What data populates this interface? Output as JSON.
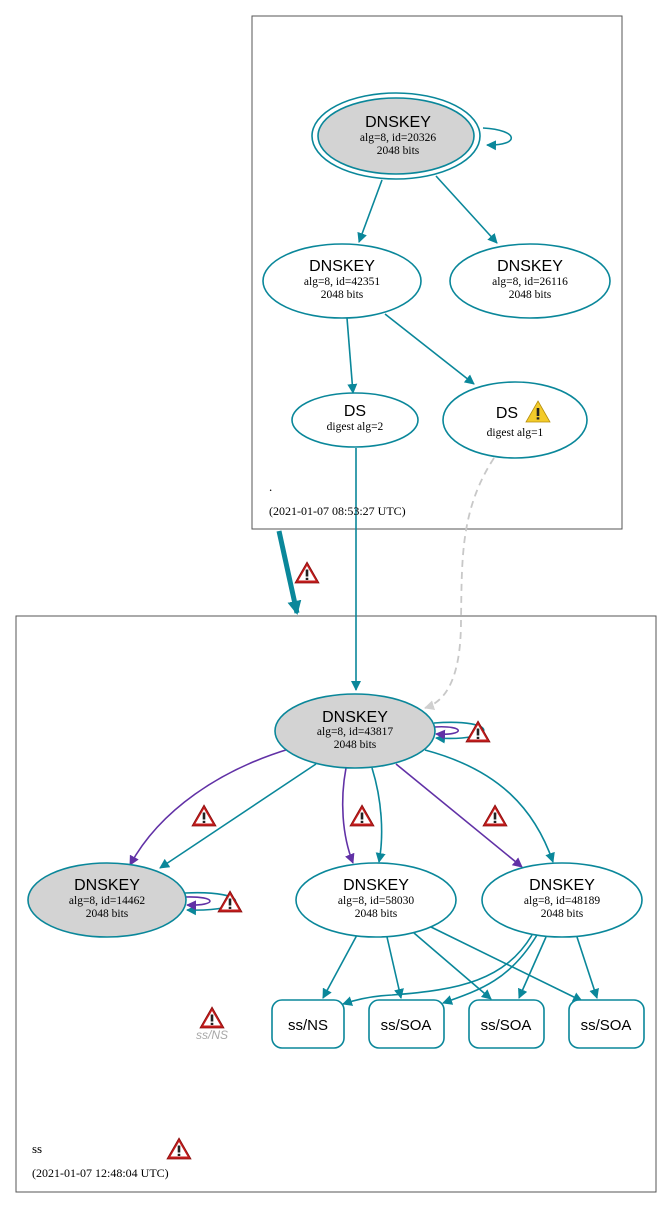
{
  "colors": {
    "teal": "#0a879a",
    "purple": "#6131a6",
    "key_fill_ksk": "#d3d3d3",
    "dashed_gray": "#c8c8c8",
    "warn_red": "#c21c1c",
    "warn_yellow": "#f3cb2a"
  },
  "zones": {
    "root": {
      "name": ".",
      "timestamp": "(2021-01-07 08:53:27 UTC)"
    },
    "ss": {
      "name": "ss",
      "timestamp": "(2021-01-07 12:48:04 UTC)"
    }
  },
  "nodes": {
    "root_ksk": {
      "title": "DNSKEY",
      "line1": "alg=8, id=20326",
      "line2": "2048 bits"
    },
    "root_zsk1": {
      "title": "DNSKEY",
      "line1": "alg=8, id=42351",
      "line2": "2048 bits"
    },
    "root_zsk2": {
      "title": "DNSKEY",
      "line1": "alg=8, id=26116",
      "line2": "2048 bits"
    },
    "ds2": {
      "title": "DS",
      "line1": "digest alg=2"
    },
    "ds1": {
      "title": "DS",
      "line1": "digest alg=1",
      "icon": "warning-yellow-icon"
    },
    "ss_ksk": {
      "title": "DNSKEY",
      "line1": "alg=8, id=43817",
      "line2": "2048 bits"
    },
    "ss_k14462": {
      "title": "DNSKEY",
      "line1": "alg=8, id=14462",
      "line2": "2048 bits"
    },
    "ss_k58030": {
      "title": "DNSKEY",
      "line1": "alg=8, id=58030",
      "line2": "2048 bits"
    },
    "ss_k48189": {
      "title": "DNSKEY",
      "line1": "alg=8, id=48189",
      "line2": "2048 bits"
    }
  },
  "rrsets": {
    "ns": "ss/NS",
    "soa1": "ss/SOA",
    "soa2": "ss/SOA",
    "soa3": "ss/SOA"
  },
  "missing_ns_label": "ss/NS",
  "icons": [
    "warning-red-icon",
    "warning-yellow-icon"
  ]
}
